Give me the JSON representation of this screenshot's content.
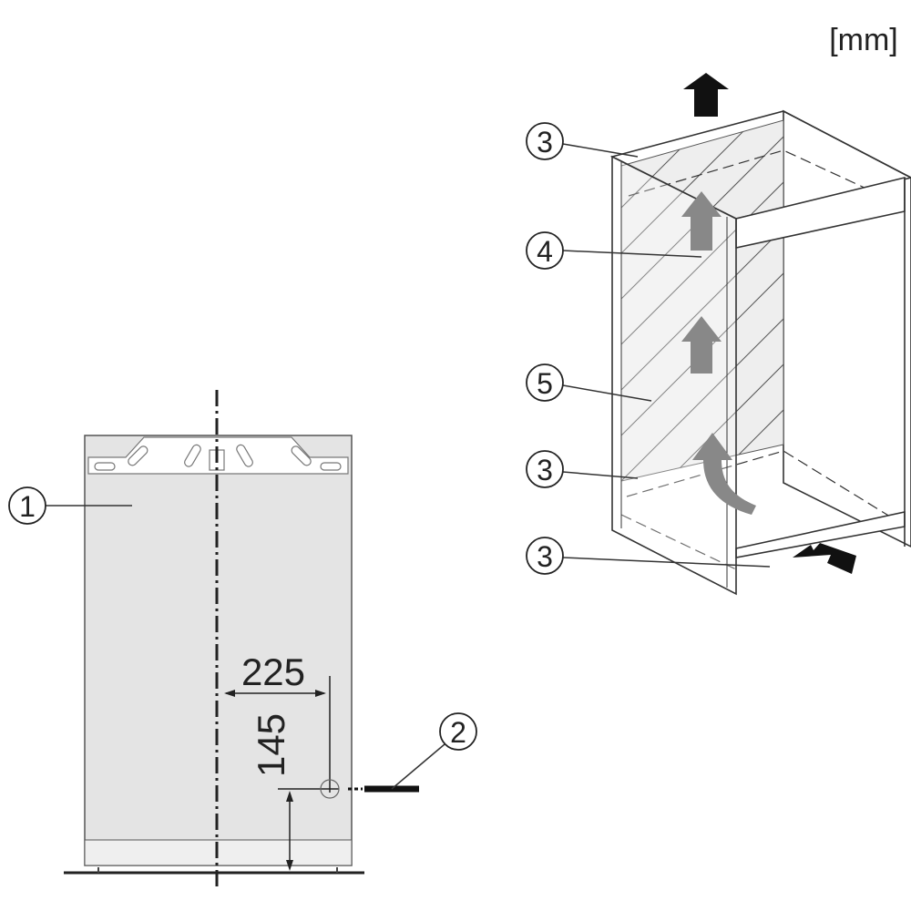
{
  "unit_label": "[mm]",
  "dimensions": {
    "horizontal": "225",
    "vertical": "145"
  },
  "callouts": {
    "appliance": "1",
    "connection": "2",
    "vent_top": "3",
    "vent_mid": "3",
    "vent_bottom": "3",
    "airflow": "4",
    "rear_panel": "5"
  }
}
